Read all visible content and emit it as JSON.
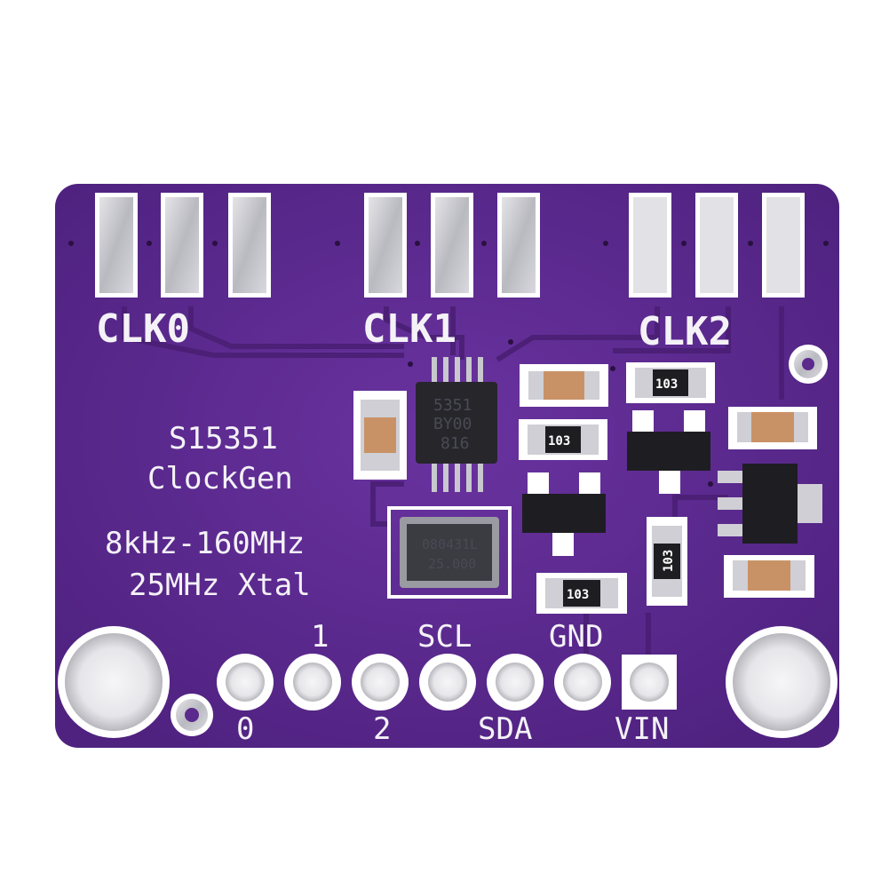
{
  "board": {
    "connectors": {
      "clk0": "CLK0",
      "clk1": "CLK1",
      "clk2": "CLK2"
    },
    "description": {
      "line1": "S15351",
      "line2": "ClockGen",
      "line3": "8kHz-160MHz",
      "line4": "25MHz Xtal"
    },
    "pins": {
      "p0": "0",
      "p1": "1",
      "p2": "2",
      "scl": "SCL",
      "sda": "SDA",
      "gnd": "GND",
      "vin": "VIN"
    },
    "ic_marking": [
      "5351",
      "BY00",
      "816"
    ],
    "crystal_marking": [
      "080431L",
      "25.000"
    ],
    "resistor_code": "103",
    "colors": {
      "pcb": "#5b2a8c",
      "silkscreen": "#f4f2f7",
      "pad": "#c9c9cf",
      "background": "#ffffff"
    }
  }
}
